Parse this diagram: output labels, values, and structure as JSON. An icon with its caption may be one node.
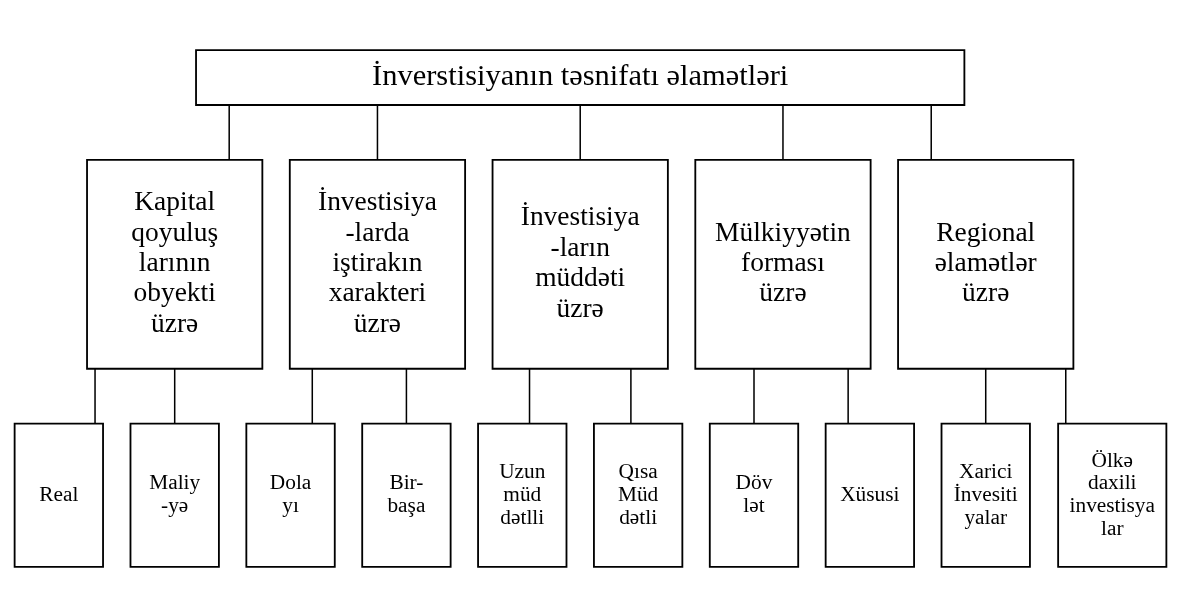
{
  "diagram": {
    "nodes": [
      {
        "text": [
          "İnverstisiyanın təsnifatı əlamətləri"
        ]
      },
      {
        "text": [
          "Kapital qoyuluş larının obyekti üzrə"
        ]
      },
      {
        "text": [
          "İnvestisiya -larda iştirakın xarakteri üzrə"
        ]
      },
      {
        "text": [
          "İnvestisiya -ların müddəti üzrə"
        ]
      },
      {
        "text": [
          "Mülkiyyətin forması üzrə"
        ]
      },
      {
        "text": [
          "Regional əlamətlər üzrə"
        ]
      },
      {
        "text": [
          "Real"
        ]
      },
      {
        "text": [
          "Maliy -yə"
        ]
      },
      {
        "text": [
          "Dola yı"
        ]
      },
      {
        "text": [
          "Bir- başa"
        ]
      },
      {
        "text": [
          "Uzun müd dətlli"
        ]
      },
      {
        "text": [
          "Qısa Müd dətli"
        ]
      },
      {
        "text": [
          "Döv lət"
        ]
      },
      {
        "text": [
          "Xüsusi"
        ]
      },
      {
        "text": [
          "Xarici İnvesiti yalar"
        ]
      },
      {
        "text": [
          "Ölkə daxili investisya lar"
        ]
      }
    ],
    "edges": [
      {
        "from": 0,
        "to": 1,
        "arrow": "none"
      },
      {
        "from": 0,
        "to": 2,
        "arrow": "none"
      },
      {
        "from": 0,
        "to": 3,
        "arrow": "none"
      },
      {
        "from": 0,
        "to": 4,
        "arrow": "none"
      },
      {
        "from": 0,
        "to": 5,
        "arrow": "none"
      },
      {
        "from": 1,
        "to": 6,
        "arrow": "none"
      },
      {
        "from": 1,
        "to": 7,
        "arrow": "none"
      },
      {
        "from": 2,
        "to": 8,
        "arrow": "none"
      },
      {
        "from": 2,
        "to": 9,
        "arrow": "none"
      },
      {
        "from": 3,
        "to": 10,
        "arrow": "none"
      },
      {
        "from": 3,
        "to": 11,
        "arrow": "none"
      },
      {
        "from": 4,
        "to": 12,
        "arrow": "none"
      },
      {
        "from": 4,
        "to": 13,
        "arrow": "none"
      },
      {
        "from": 5,
        "to": 14,
        "arrow": "none"
      },
      {
        "from": 5,
        "to": 15,
        "arrow": "none"
      }
    ]
  }
}
